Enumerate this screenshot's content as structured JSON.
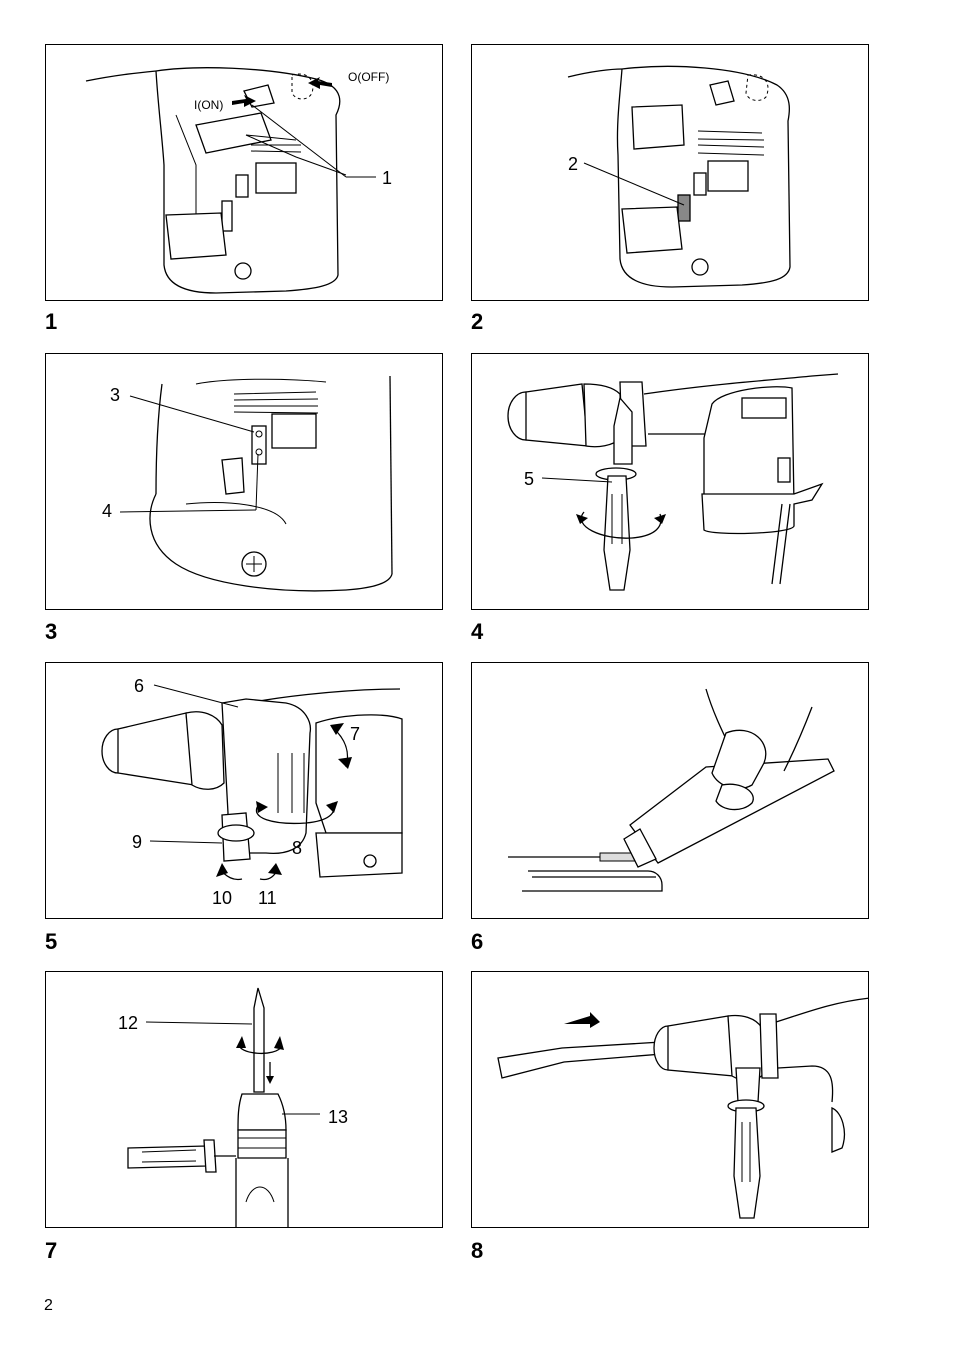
{
  "figures": [
    {
      "number": "1",
      "callouts": [
        "1"
      ],
      "labels": {
        "on": "I(ON)",
        "off": "O(OFF)"
      }
    },
    {
      "number": "2",
      "callouts": [
        "2"
      ]
    },
    {
      "number": "3",
      "callouts": [
        "3",
        "4"
      ]
    },
    {
      "number": "4",
      "callouts": [
        "5"
      ]
    },
    {
      "number": "5",
      "callouts": [
        "6",
        "7",
        "8",
        "9",
        "10",
        "11"
      ]
    },
    {
      "number": "6",
      "callouts": []
    },
    {
      "number": "7",
      "callouts": [
        "12",
        "13"
      ]
    },
    {
      "number": "8",
      "callouts": []
    }
  ],
  "page_number": "2"
}
